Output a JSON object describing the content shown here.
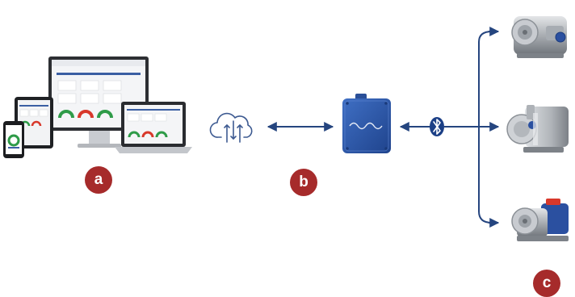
{
  "colors": {
    "badge": "#a62b2b",
    "connector": "#25457f",
    "gateway": "#2c57a8",
    "cloud_icon": "#3d5a91",
    "bluetooth": "#1b3f86",
    "pump_steel": "#b9bcc0",
    "pump_blue": "#2b50a0"
  },
  "badges": {
    "a": "a",
    "b": "b",
    "c": "c"
  },
  "icons": {
    "cloud": "cloud-transfer-icon",
    "bluetooth": "bluetooth-icon",
    "gateway": "gateway-device",
    "devices": "monitor-laptop-tablet-phone",
    "pumps": [
      "rotary-lobe-pump",
      "centrifugal-pump",
      "lobe-pump"
    ]
  }
}
